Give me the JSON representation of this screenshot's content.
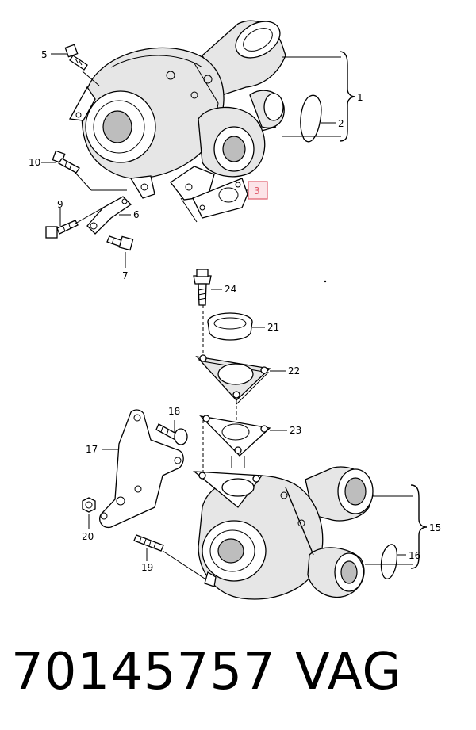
{
  "part_number": "70145757",
  "brand": "VAG",
  "highlight_color": "#e05a6a",
  "callouts": {
    "c1": "1",
    "c2": "2",
    "c3": "3",
    "c5": "5",
    "c6": "6",
    "c7": "7",
    "c9": "9",
    "c10": "10",
    "c15": "15",
    "c16": "16",
    "c17": "17",
    "c18": "18",
    "c19": "19",
    "c20": "20",
    "c21": "21",
    "c22": "22",
    "c23": "23",
    "c24": "24"
  }
}
